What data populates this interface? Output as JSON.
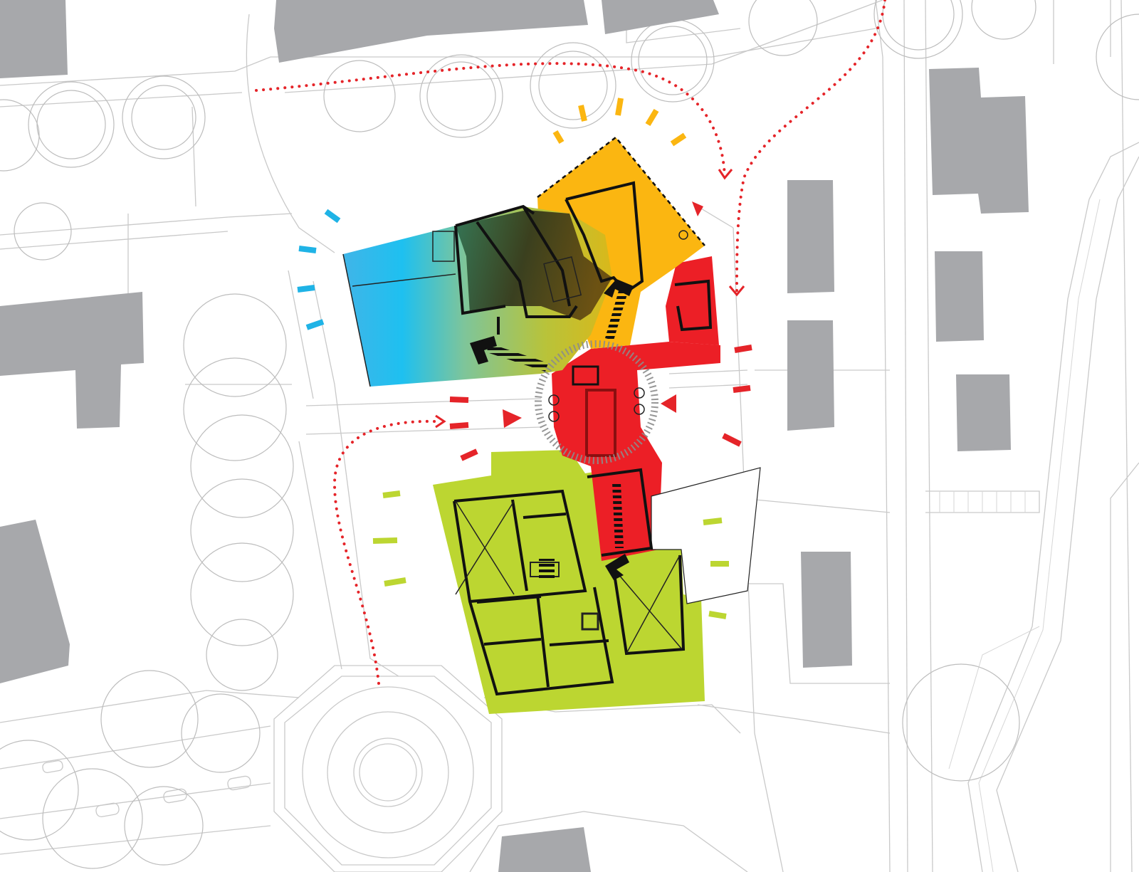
{
  "colors": {
    "background": "#ffffff",
    "context_building": "#a7a8ab",
    "context_line": "#c9c9c9",
    "zone_blue": "#1fb3e6",
    "zone_orange": "#fbb611",
    "zone_red": "#ec1f26",
    "zone_green": "#bcd631",
    "zone_dark": "#3b3a1f",
    "walls": "#111111",
    "circulation_path": "#e52429"
  },
  "zones": [
    {
      "id": "blue-wing",
      "color_key": "zone_blue"
    },
    {
      "id": "orange-wing",
      "color_key": "zone_orange"
    },
    {
      "id": "red-core",
      "color_key": "zone_red"
    },
    {
      "id": "green-wing",
      "color_key": "zone_green"
    }
  ],
  "icons": [
    "entry-arrow-icon",
    "stair-icon",
    "direction-triangle-icon"
  ]
}
